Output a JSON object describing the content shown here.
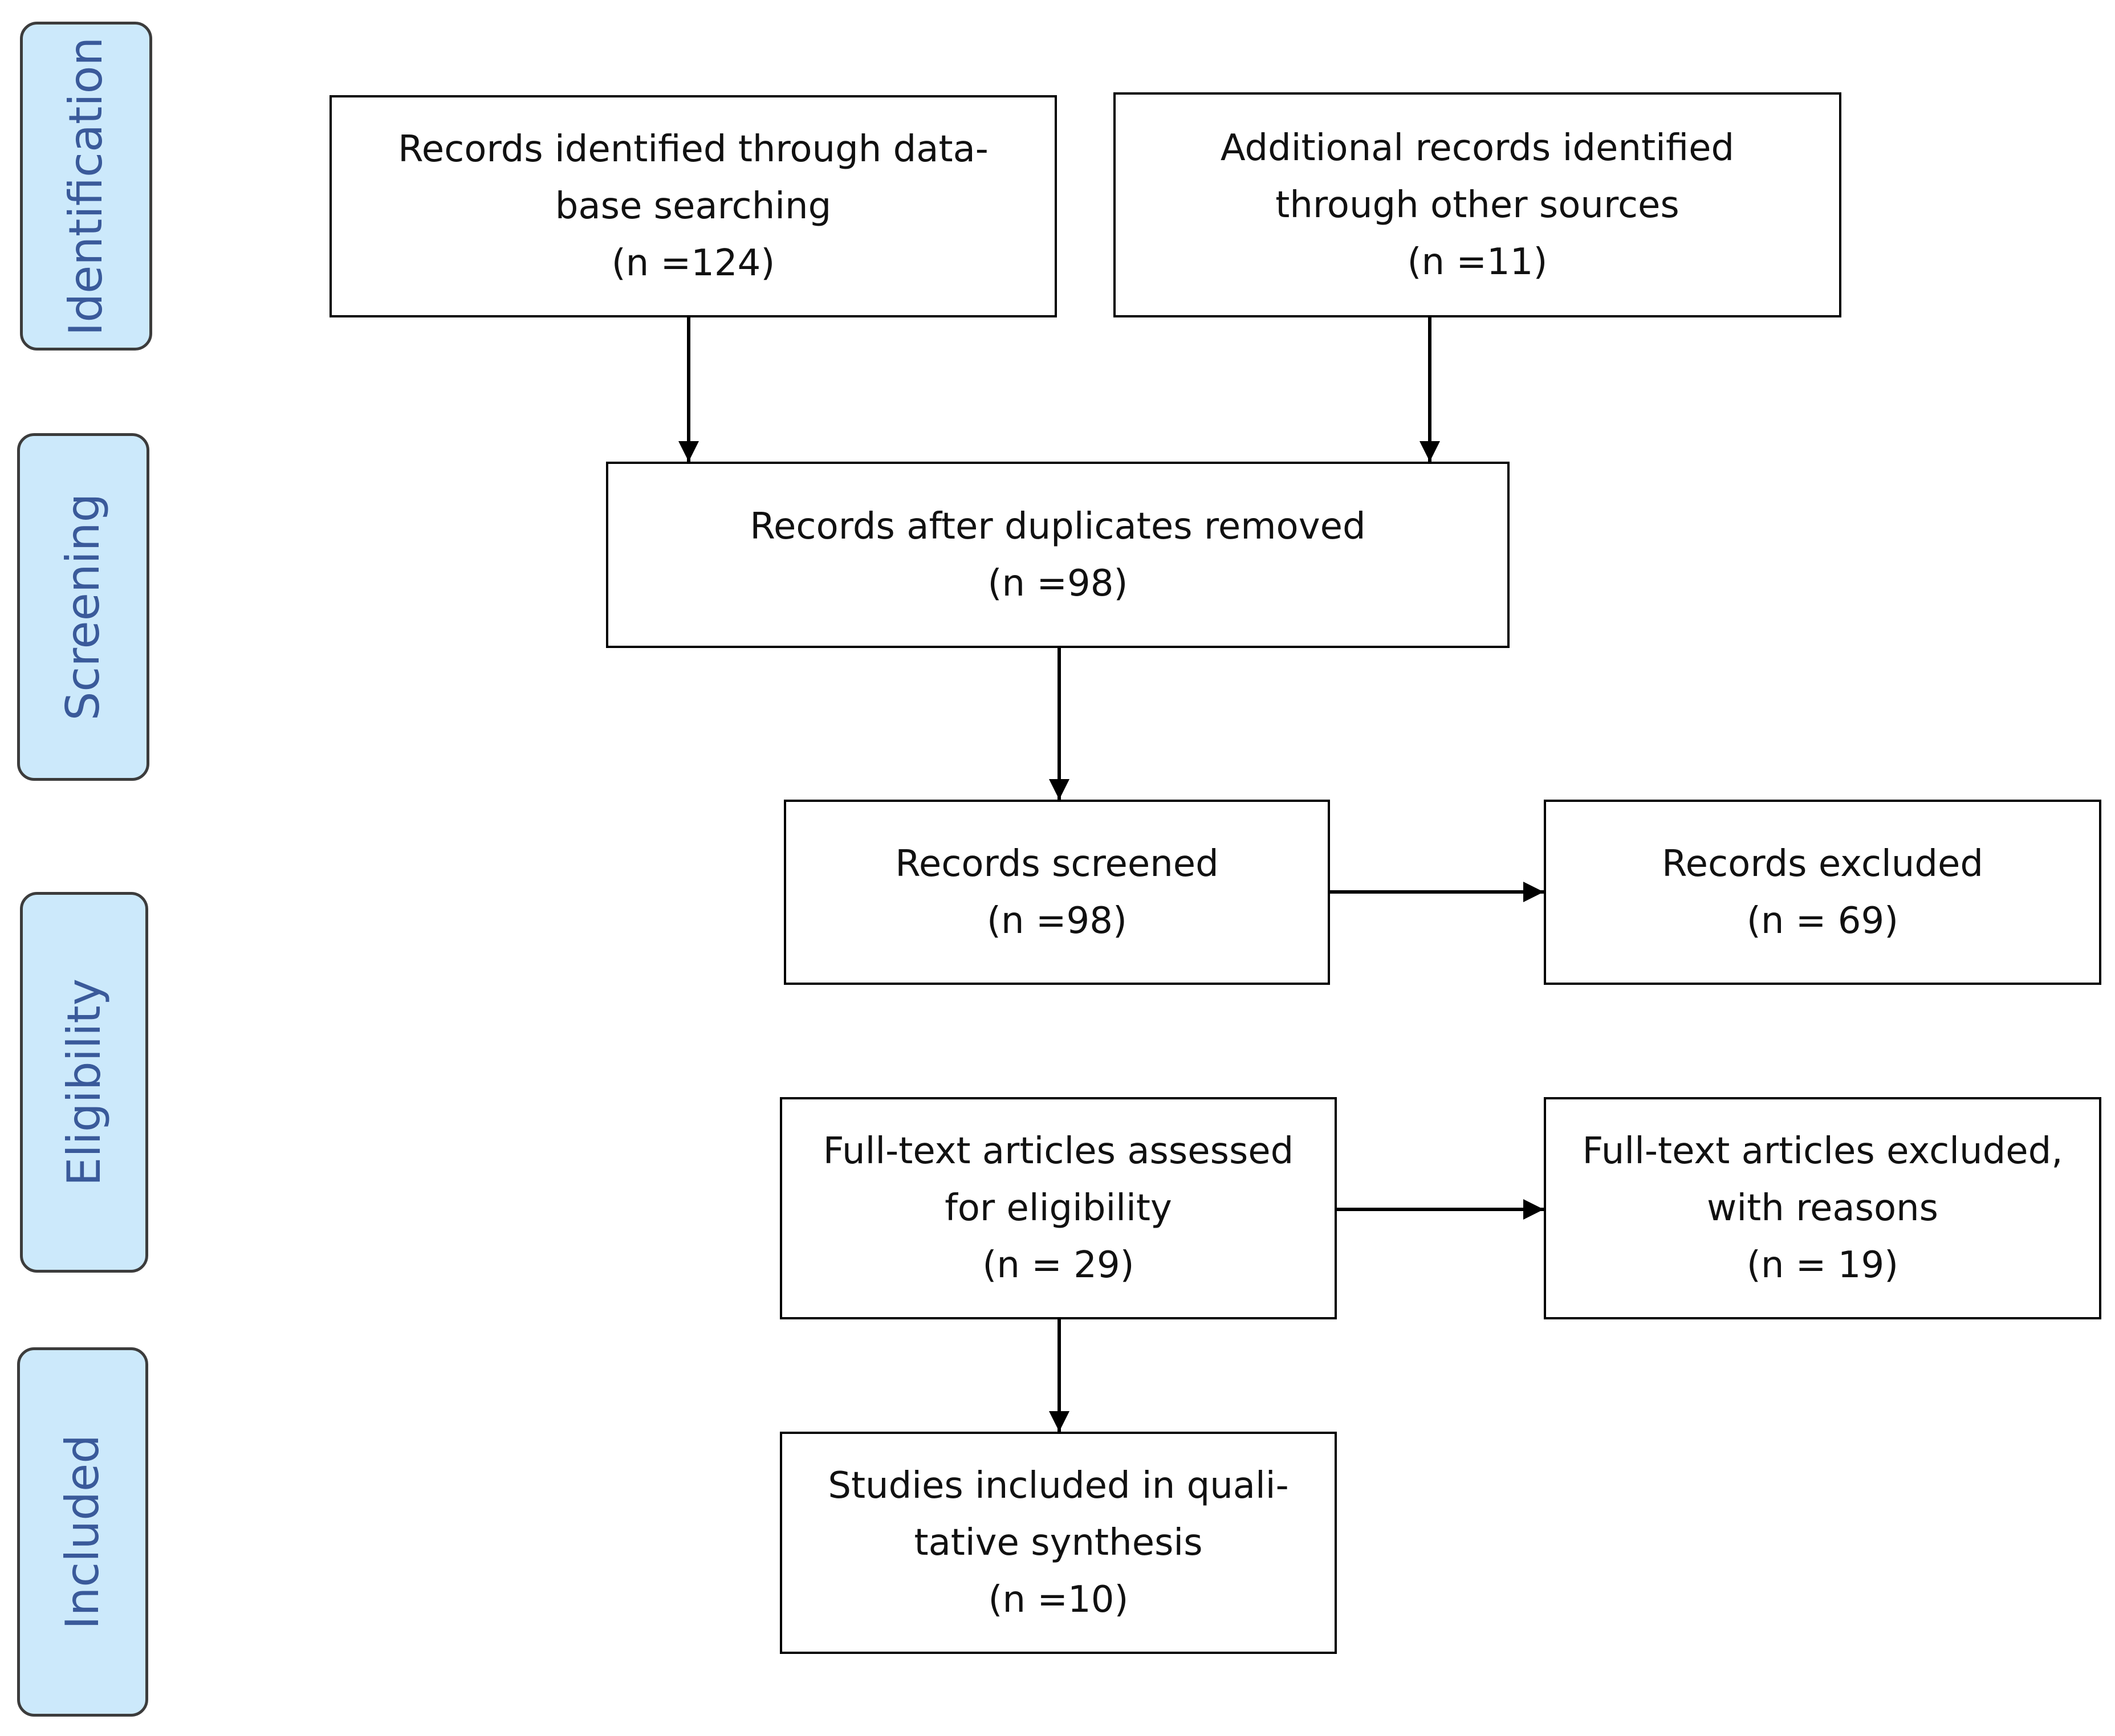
{
  "phases": {
    "identification": "Identification",
    "screening": "Screening",
    "eligibility": "Eligibility",
    "included": "Included"
  },
  "boxes": {
    "database_records": {
      "line1": "Records identified through data-",
      "line2": "base searching",
      "count": "(n =124)"
    },
    "other_records": {
      "line1": "Additional records identified",
      "line2": "through other sources",
      "count": "(n =11)"
    },
    "after_duplicates": {
      "line1": "Records after duplicates removed",
      "count": "(n =98)"
    },
    "screened": {
      "line1": "Records screened",
      "count": "(n =98)"
    },
    "excluded": {
      "line1": "Records excluded",
      "count": "(n = 69)"
    },
    "fulltext_assessed": {
      "line1": "Full-text articles assessed",
      "line2": "for eligibility",
      "count": "(n = 29)"
    },
    "fulltext_excluded": {
      "line1": "Full-text articles excluded,",
      "line2": "with reasons",
      "count": "(n = 19)"
    },
    "included_studies": {
      "line1": "Studies included in quali-",
      "line2": "tative synthesis",
      "count": "(n =10)"
    }
  },
  "colors": {
    "phase_fill": "#cce9fb",
    "phase_text": "#3a5a9a",
    "box_border": "#000000"
  }
}
